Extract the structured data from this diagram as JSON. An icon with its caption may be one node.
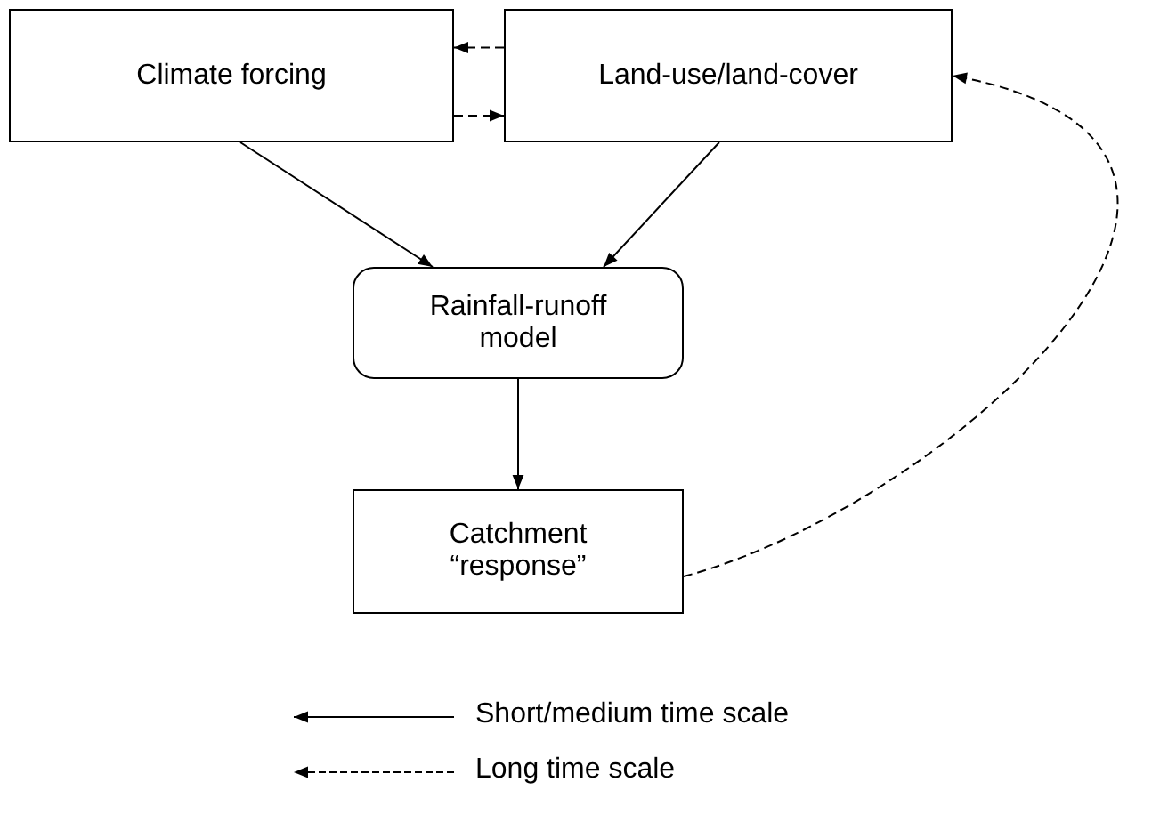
{
  "diagram": {
    "nodes": [
      {
        "text": [
          "Climate forcing"
        ]
      },
      {
        "text": [
          "Land-use/land-cover"
        ]
      },
      {
        "text": [
          "Rainfall-runoff model"
        ]
      },
      {
        "text": [
          "Catchment “response”"
        ]
      }
    ],
    "edges": [
      {
        "from": 1,
        "to": 0,
        "arrow": "to",
        "style": "dashed"
      },
      {
        "from": 0,
        "to": 1,
        "arrow": "to",
        "style": "dashed"
      },
      {
        "from": 0,
        "to": 2,
        "arrow": "to"
      },
      {
        "from": 1,
        "to": 2,
        "arrow": "to"
      },
      {
        "from": 2,
        "to": 3,
        "arrow": "to"
      },
      {
        "from": 3,
        "to": 1,
        "arrow": "to",
        "style": "dashed"
      }
    ],
    "legend": [
      {
        "text": "Short/medium time scale"
      },
      {
        "text": "Long time scale"
      }
    ]
  }
}
